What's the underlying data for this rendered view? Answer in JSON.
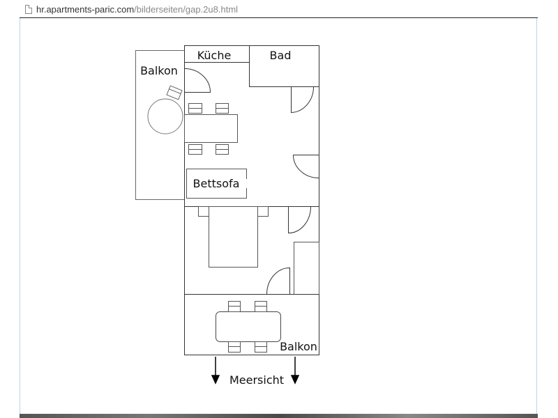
{
  "browser": {
    "url_domain": "hr.apartments-paric.com",
    "url_path": "/bilderseiten/gap.2u8.html",
    "page_icon": "document-icon"
  },
  "floorplan": {
    "labels": {
      "kitchen": "Küche",
      "bath": "Bad",
      "balcony_side": "Balkon",
      "sofa": "Bettsofa",
      "balcony_front": "Balkon",
      "sea_view": "Meersicht"
    }
  }
}
